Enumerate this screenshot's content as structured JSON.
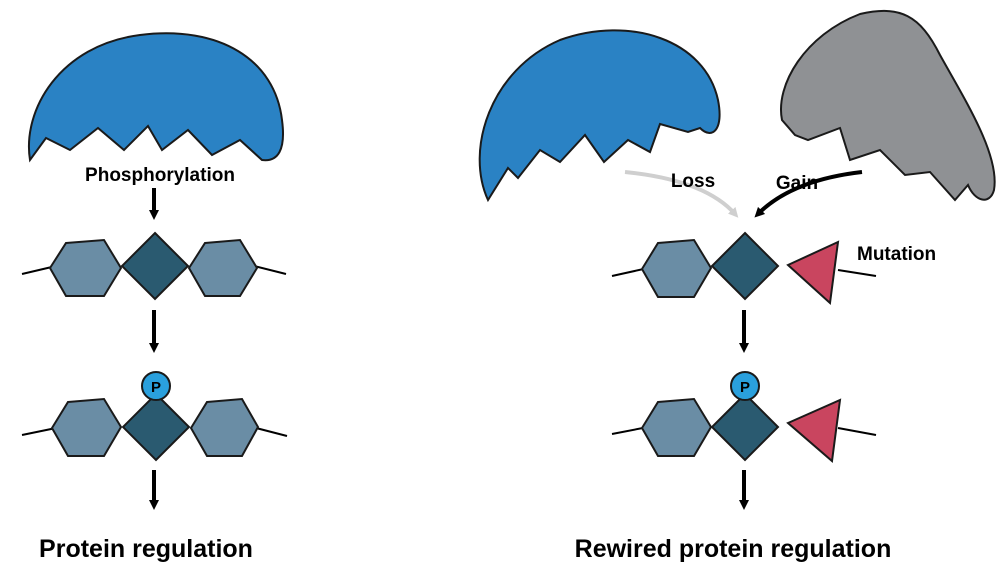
{
  "left_panel": {
    "process_label": "Phosphorylation",
    "phospho_site_label": "P",
    "outcome_label": "Protein regulation"
  },
  "right_panel": {
    "loss_label": "Loss",
    "gain_label": "Gain",
    "mutation_label": "Mutation",
    "phospho_site_label": "P",
    "outcome_label": "Rewired protein regulation"
  },
  "colors": {
    "kinase_blue": "#2a82c4",
    "kinase_gray": "#8f9194",
    "residue_hexagon": "#6a8da5",
    "phospho_site_diamond": "#2a5a70",
    "mutation_triangle": "#c9455f",
    "phosphate": "#2aa0dd",
    "loss_arrow": "#cfcfcf"
  }
}
